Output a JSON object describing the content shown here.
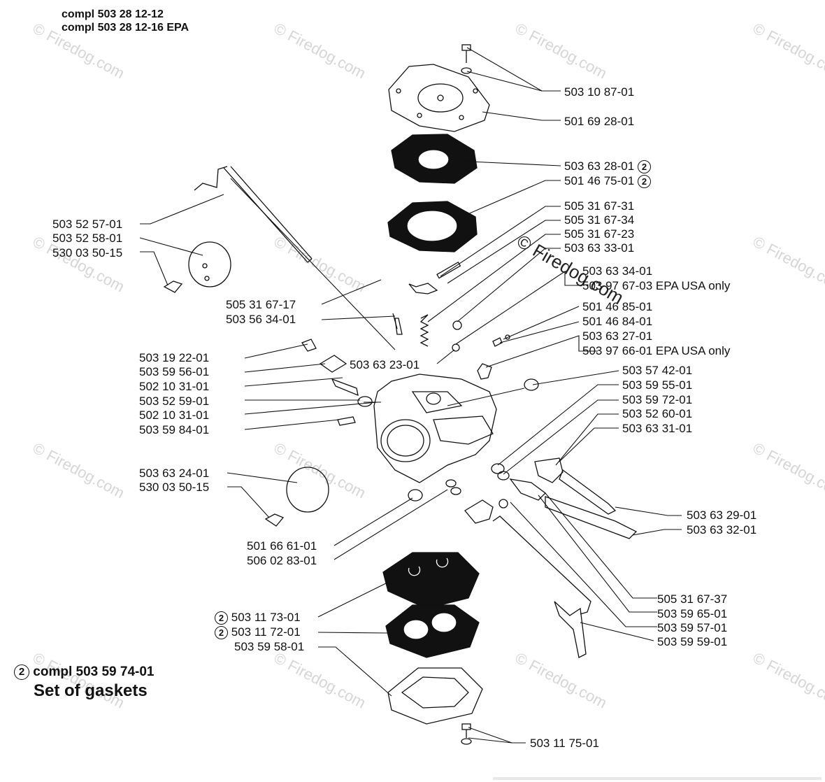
{
  "header": {
    "line1": "compl 503 28 12-12",
    "line2": "compl 503 28 12-16 EPA"
  },
  "footer_note": {
    "circle": "2",
    "compl": "compl 503 59 74-01",
    "set": "Set of gaskets"
  },
  "watermark": "© Firedog.com",
  "labels_right": [
    "503 10 87-01",
    "501 69 28-01",
    "503 63 28-01",
    "501 46 75-01",
    "505 31 67-31",
    "505 31 67-34",
    "505 31 67-23",
    "503 63 33-01",
    "503 63 34-01",
    "503 97 67-03 EPA USA only",
    "501 46 85-01",
    "501 46 84-01",
    "503 63 27-01",
    "503 97 66-01 EPA USA only",
    "503 57 42-01",
    "503 59 55-01",
    "503 59 72-01",
    "503 52 60-01",
    "503 63 31-01",
    "503 63 29-01",
    "503 63 32-01",
    "505 31 67-37",
    "503 59 65-01",
    "503 59 57-01",
    "503 59 59-01",
    "503 11 75-01"
  ],
  "labels_left": [
    "503 52 57-01",
    "503 52 58-01",
    "530 03 50-15",
    "505 31 67-17",
    "503 56 34-01",
    "503 19 22-01",
    "503 59 56-01",
    "502 10 31-01",
    "503 52 59-01",
    "502 10 31-01",
    "503 59 84-01",
    "503 63 23-01",
    "503 63 24-01",
    "530 03 50-15",
    "501 66 61-01",
    "506 02 83-01",
    "503 11 73-01",
    "503 11 72-01",
    "503 59 58-01"
  ],
  "circle_mark": "2",
  "colors": {
    "ink": "#111111",
    "watermark": "#d6d6d6"
  }
}
